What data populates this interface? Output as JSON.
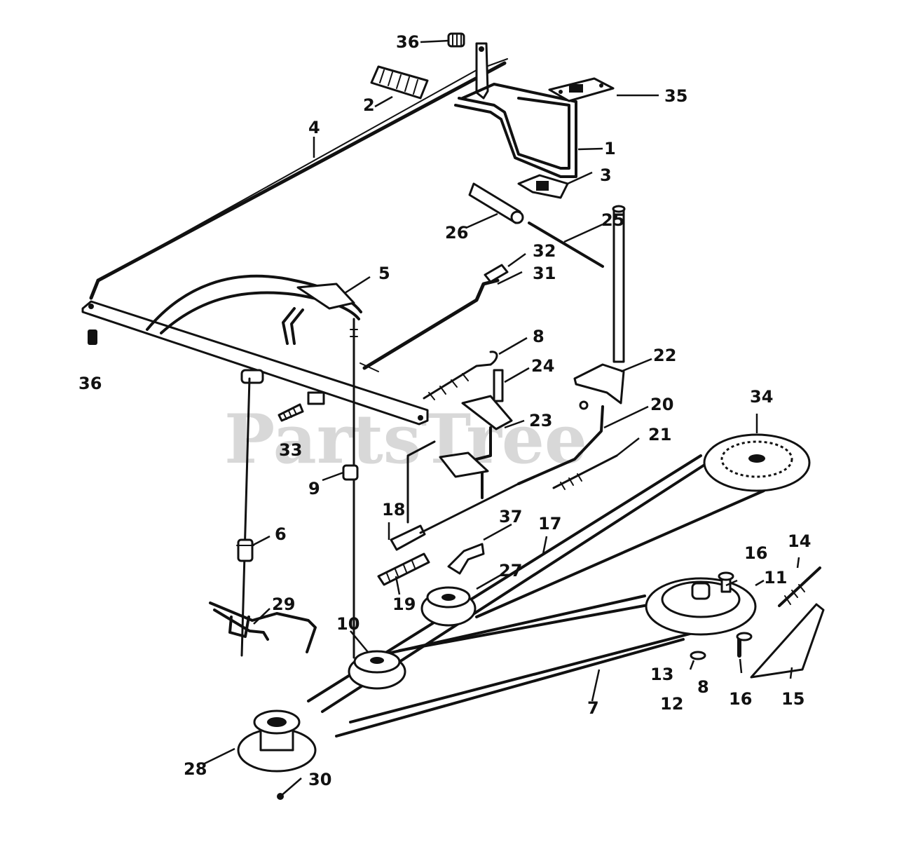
{
  "watermark": "PartsTree",
  "labels": {
    "l1": "1",
    "l2": "2",
    "l3": "3",
    "l4": "4",
    "l5": "5",
    "l6": "6",
    "l7": "7",
    "l8": "8",
    "l8b": "8",
    "l9": "9",
    "l10": "10",
    "l11": "11",
    "l12": "12",
    "l13": "13",
    "l14": "14",
    "l15": "15",
    "l16a": "16",
    "l16b": "16",
    "l17": "17",
    "l18": "18",
    "l19": "19",
    "l20": "20",
    "l21": "21",
    "l22": "22",
    "l23": "23",
    "l24": "24",
    "l25": "25",
    "l26": "26",
    "l27": "27",
    "l28": "28",
    "l29": "29",
    "l30": "30",
    "l31": "31",
    "l32": "32",
    "l33": "33",
    "l34": "34",
    "l35": "35",
    "l36a": "36",
    "l36b": "36",
    "l37": "37"
  }
}
